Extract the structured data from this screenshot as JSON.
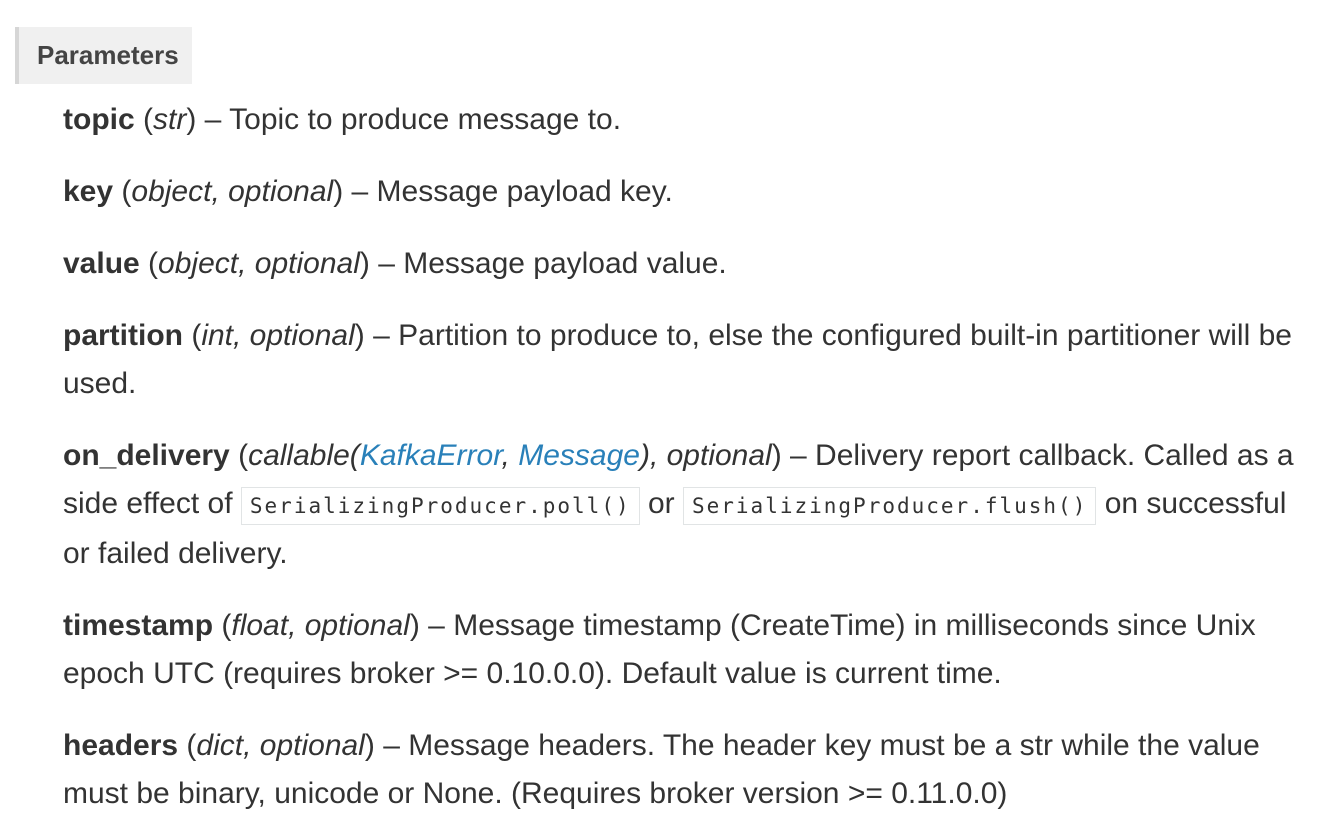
{
  "field_label": "Parameters",
  "params": {
    "topic": {
      "name": "topic",
      "type": "str",
      "desc": " – Topic to produce message to."
    },
    "key": {
      "name": "key",
      "type": "object, optional",
      "desc": " – Message payload key."
    },
    "value": {
      "name": "value",
      "type": "object, optional",
      "desc": " – Message payload value."
    },
    "partition": {
      "name": "partition",
      "type": "int, optional",
      "desc": " – Partition to produce to, else the configured built-in partitioner will be used."
    },
    "on_delivery": {
      "name": "on_delivery",
      "type_prefix": "callable(",
      "type_link1": "KafkaError",
      "type_sep": ", ",
      "type_link2": "Message",
      "type_suffix": "), optional",
      "desc_part1": " – Delivery report callback. Called as a side effect of ",
      "code1": "SerializingProducer.poll()",
      "desc_part2": " or ",
      "code2": "SerializingProducer.flush()",
      "desc_part3": " on successful or failed delivery."
    },
    "timestamp": {
      "name": "timestamp",
      "type": "float, optional",
      "desc": " – Message timestamp (CreateTime) in milliseconds since Unix epoch UTC (requires broker >= 0.10.0.0). Default value is current time."
    },
    "headers": {
      "name": "headers",
      "type": "dict, optional",
      "desc": " – Message headers. The header key must be a str while the value must be binary, unicode or None. (Requires broker version >= 0.11.0.0)"
    }
  }
}
